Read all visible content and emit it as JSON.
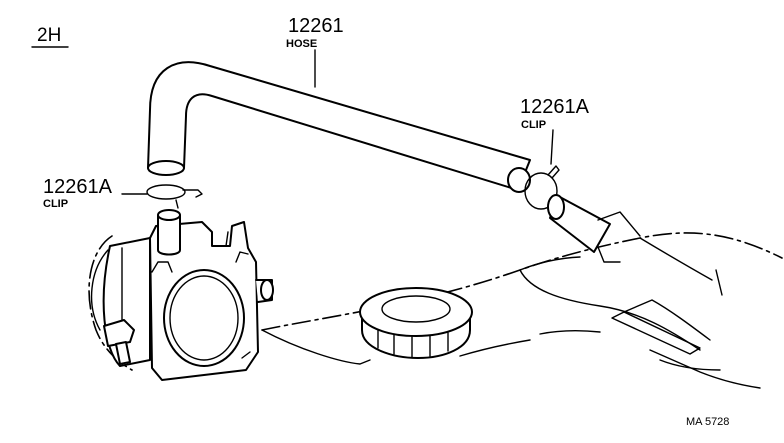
{
  "diagram": {
    "section_label": "2H",
    "hose_callout": {
      "part_number": "12261",
      "part_name": "HOSE"
    },
    "clip_callout_right": {
      "part_number": "12261A",
      "part_name": "CLIP"
    },
    "clip_callout_left": {
      "part_number": "12261A",
      "part_name": "CLIP"
    },
    "drawing_code": "MA 5728"
  },
  "colors": {
    "line": "#000000",
    "background": "#ffffff"
  },
  "icons": [
    "hose-icon",
    "clip-icon",
    "throttle-body-icon",
    "oil-filler-cap-icon",
    "cylinder-head-cover-icon"
  ]
}
